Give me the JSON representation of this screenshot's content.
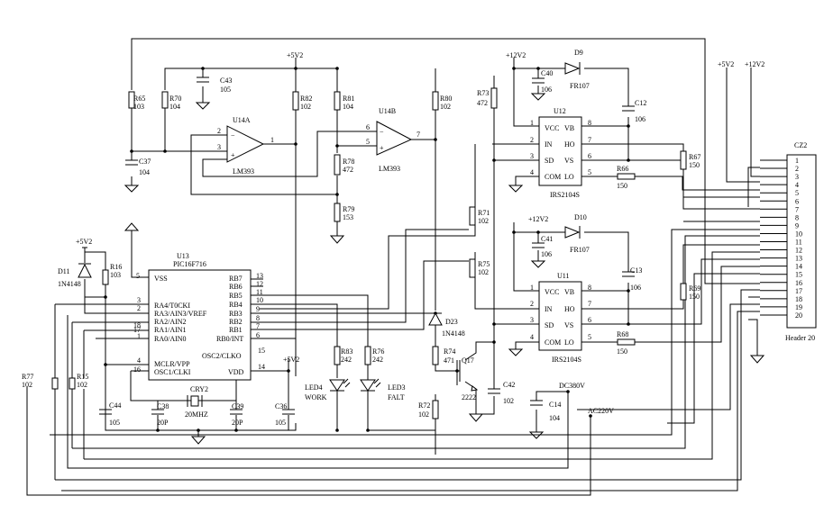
{
  "power": {
    "v5": "+5V2",
    "v12": "+12V2",
    "dc380": "DC380V",
    "ac220": "AC220V"
  },
  "opamps": {
    "u14a": {
      "ref": "U14A",
      "part": "LM393",
      "pin_minus": "2",
      "pin_plus": "3",
      "pin_out": "1"
    },
    "u14b": {
      "ref": "U14B",
      "part": "LM393",
      "pin_minus": "6",
      "pin_plus": "5",
      "pin_out": "7"
    }
  },
  "mcu": {
    "ref": "U13",
    "part": "PIC16F716",
    "left_pins": [
      {
        "num": "3",
        "name": "RA4/T0CKI"
      },
      {
        "num": "2",
        "name": "RA3/AIN3/VREF"
      },
      {
        "num": "18",
        "name": "RA2/AIN2"
      },
      {
        "num": "17",
        "name": "RA1/AIN1"
      },
      {
        "num": "1",
        "name": "RA0/AIN0"
      }
    ],
    "mclr": {
      "num": "4",
      "name": "MCLR/VPP"
    },
    "osc1": {
      "num": "16",
      "name": "OSC1/CLKI"
    },
    "vss": {
      "num": "5",
      "name": "VSS"
    },
    "right_pins": [
      {
        "num": "13",
        "name": "RB7"
      },
      {
        "num": "12",
        "name": "RB6"
      },
      {
        "num": "11",
        "name": "RB5"
      },
      {
        "num": "10",
        "name": "RB4"
      },
      {
        "num": "9",
        "name": "RB3"
      },
      {
        "num": "8",
        "name": "RB2"
      },
      {
        "num": "7",
        "name": "RB1"
      },
      {
        "num": "6",
        "name": "RB0/INT"
      }
    ],
    "osc2": {
      "num": "15",
      "name": "OSC2/CLKO"
    },
    "vdd": {
      "num": "14",
      "name": "VDD"
    }
  },
  "drivers": [
    {
      "ref": "U12",
      "part": "IRS2104S",
      "pins": [
        {
          "num": "1",
          "name": "VCC"
        },
        {
          "num": "8",
          "name": "VB"
        },
        {
          "num": "2",
          "name": "IN"
        },
        {
          "num": "7",
          "name": "HO"
        },
        {
          "num": "3",
          "name": "SD"
        },
        {
          "num": "6",
          "name": "VS"
        },
        {
          "num": "4",
          "name": "COM"
        },
        {
          "num": "5",
          "name": "LO"
        }
      ]
    },
    {
      "ref": "U11",
      "part": "IRS2104S",
      "pins": [
        {
          "num": "1",
          "name": "VCC"
        },
        {
          "num": "8",
          "name": "VB"
        },
        {
          "num": "2",
          "name": "IN"
        },
        {
          "num": "7",
          "name": "HO"
        },
        {
          "num": "3",
          "name": "SD"
        },
        {
          "num": "6",
          "name": "VS"
        },
        {
          "num": "4",
          "name": "COM"
        },
        {
          "num": "5",
          "name": "LO"
        }
      ]
    }
  ],
  "connector": {
    "ref": "CZ2",
    "part": "Header 20",
    "pins": [
      "1",
      "2",
      "3",
      "4",
      "5",
      "6",
      "7",
      "8",
      "9",
      "10",
      "11",
      "12",
      "13",
      "14",
      "15",
      "16",
      "17",
      "18",
      "19",
      "20"
    ]
  },
  "resistors": {
    "r65": {
      "ref": "R65",
      "val": "103"
    },
    "r70": {
      "ref": "R70",
      "val": "104"
    },
    "r82": {
      "ref": "R82",
      "val": "102"
    },
    "r81": {
      "ref": "R81",
      "val": "104"
    },
    "r80": {
      "ref": "R80",
      "val": "102"
    },
    "r78": {
      "ref": "R78",
      "val": "472"
    },
    "r79": {
      "ref": "R79",
      "val": "153"
    },
    "r73": {
      "ref": "R73",
      "val": "472"
    },
    "r71": {
      "ref": "R71",
      "val": "102"
    },
    "r75": {
      "ref": "R75",
      "val": "102"
    },
    "r67": {
      "ref": "R67",
      "val": "150"
    },
    "r66": {
      "ref": "R66",
      "val": "150"
    },
    "r69": {
      "ref": "R69",
      "val": "150"
    },
    "r68": {
      "ref": "R68",
      "val": "150"
    },
    "r16": {
      "ref": "R16",
      "val": "103"
    },
    "r77": {
      "ref": "R77",
      "val": "102"
    },
    "r15": {
      "ref": "R15",
      "val": "102"
    },
    "r83": {
      "ref": "R83",
      "val": "242"
    },
    "r76": {
      "ref": "R76",
      "val": "242"
    },
    "r74": {
      "ref": "R74",
      "val": "471"
    },
    "r72": {
      "ref": "R72",
      "val": "102"
    }
  },
  "capacitors": {
    "c43": {
      "ref": "C43",
      "val": "105"
    },
    "c37": {
      "ref": "C37",
      "val": "104"
    },
    "c40": {
      "ref": "C40",
      "val": "106"
    },
    "c12": {
      "ref": "C12",
      "val": "106"
    },
    "c41": {
      "ref": "C41",
      "val": "106"
    },
    "c13": {
      "ref": "C13",
      "val": "106"
    },
    "c44": {
      "ref": "C44",
      "val": "105"
    },
    "c38": {
      "ref": "C38",
      "val": "20P"
    },
    "c39": {
      "ref": "C39",
      "val": "20P"
    },
    "c36": {
      "ref": "C36",
      "val": "105"
    },
    "c42": {
      "ref": "C42",
      "val": "102"
    },
    "c14": {
      "ref": "C14",
      "val": "104"
    }
  },
  "diodes": {
    "d9": {
      "ref": "D9",
      "part": "FR107"
    },
    "d10": {
      "ref": "D10",
      "part": "FR107"
    },
    "d11": {
      "ref": "D11",
      "part": "1N4148"
    },
    "d23": {
      "ref": "D23",
      "part": "1N4148"
    }
  },
  "leds": {
    "led4": {
      "ref": "LED4",
      "label": "WORK"
    },
    "led3": {
      "ref": "LED3",
      "label": "FALT"
    }
  },
  "crystal": {
    "ref": "CRY2",
    "val": "20MHZ"
  },
  "transistor": {
    "ref": "Q17",
    "part": "2222"
  }
}
